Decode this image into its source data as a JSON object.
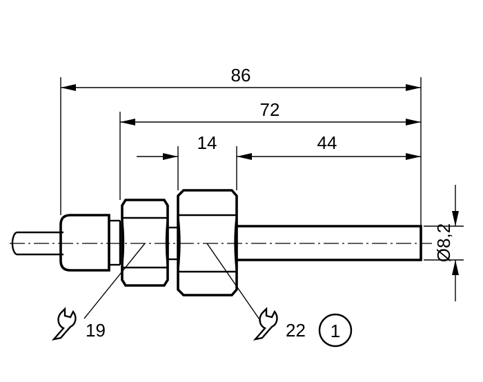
{
  "dimensions": {
    "overall_length": "86",
    "nut_to_tip": "72",
    "hex_width": "14",
    "probe_length": "44",
    "diameter": "Ø8,2"
  },
  "wrench_sizes": {
    "small_nut": "19",
    "large_nut": "22"
  },
  "callout": {
    "number": "1"
  },
  "icons": {
    "wrench": "wrench-icon"
  }
}
